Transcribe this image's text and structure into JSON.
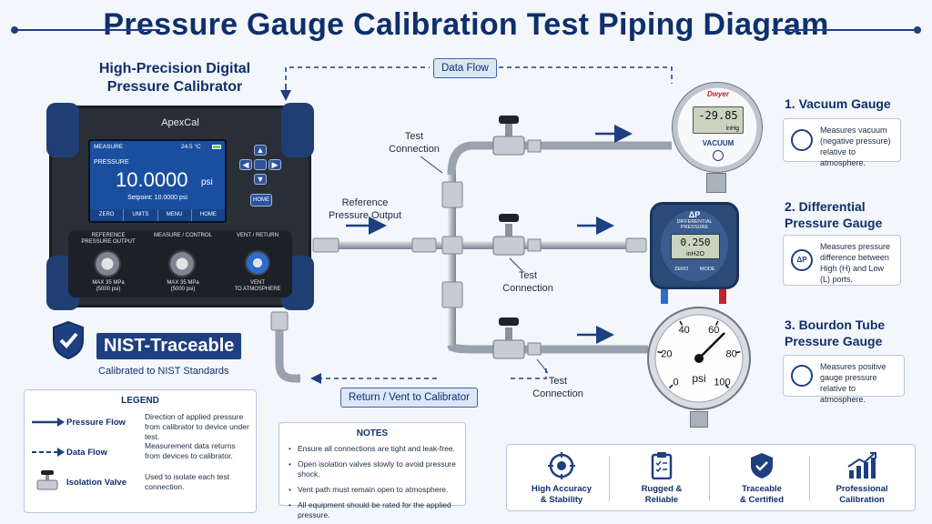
{
  "title": "Pressure Gauge Calibration Test Piping Diagram",
  "calibrator": {
    "heading_line1": "High-Precision Digital",
    "heading_line2": "Pressure Calibrator",
    "brand": "ApexCal",
    "screen": {
      "mode": "MEASURE",
      "temp": "24.5 °C",
      "pressure_label": "PRESSURE",
      "value": "10.0000",
      "unit": "psi",
      "setpoint": "Setpoint: 10.0000 psi",
      "softkeys": [
        "ZERO",
        "UNITS",
        "MENU",
        "HOME"
      ]
    },
    "home_button": "HOME",
    "ports": [
      {
        "title": "REFERENCE\nPRESSURE OUTPUT",
        "rating": "MAX 35 MPa\n(5000 psi)"
      },
      {
        "title": "MEASURE / CONTROL",
        "rating": "MAX 35 MPa\n(5000 psi)"
      },
      {
        "title": "VENT / RETURN",
        "rating": "VENT\nTO ATMOSPHERE"
      }
    ]
  },
  "flow_labels": {
    "data_flow": "Data Flow",
    "reference_output_line1": "Reference",
    "reference_output_line2": "Pressure Output",
    "test_connection_line1": "Test",
    "test_connection_line2": "Connection",
    "return_vent": "Return / Vent to Calibrator"
  },
  "nist": {
    "badge": "NIST-Traceable",
    "sub": "Calibrated to NIST Standards"
  },
  "gauges": [
    {
      "heading": "1. Vacuum Gauge",
      "desc": "Measures vacuum (negative pressure) relative to atmosphere.",
      "brand": "Dwyer",
      "reading": "-29.85",
      "unit": "inHg",
      "label": "VACUUM"
    },
    {
      "heading_line1": "2. Differential",
      "heading_line2": "Pressure Gauge",
      "desc": "Measures pressure difference between High (H) and Low (L) ports.",
      "symbol": "ΔP",
      "title": "DIFFERENTIAL PRESSURE",
      "reading": "0.250",
      "unit": "inH2O",
      "buttons": [
        "ZERO",
        "MODE"
      ],
      "icon_text": "ΔP"
    },
    {
      "heading_line1": "3. Bourdon Tube",
      "heading_line2": "Pressure Gauge",
      "desc": "Measures positive gauge pressure relative to atmosphere.",
      "unit": "psi",
      "ticks": [
        "0",
        "20",
        "40",
        "60",
        "80",
        "100"
      ]
    }
  ],
  "legend": {
    "title": "LEGEND",
    "items": [
      {
        "name": "Pressure Flow",
        "desc": "Direction of applied pressure from calibrator to device under test."
      },
      {
        "name": "Data Flow",
        "desc": "Measurement data returns from devices to calibrator."
      },
      {
        "name": "Isolation Valve",
        "desc": "Used to isolate each test connection."
      }
    ]
  },
  "notes": {
    "title": "NOTES",
    "items": [
      "Ensure all connections are tight and leak-free.",
      "Open isolation valves slowly to avoid pressure shock.",
      "Vent path must remain open to atmosphere.",
      "All equipment should be rated for the applied pressure."
    ]
  },
  "features": [
    {
      "line1": "High Accuracy",
      "line2": "& Stability",
      "icon": "target-icon"
    },
    {
      "line1": "Rugged &",
      "line2": "Reliable",
      "icon": "clipboard-icon"
    },
    {
      "line1": "Traceable",
      "line2": "& Certified",
      "icon": "shield-check-icon"
    },
    {
      "line1": "Professional",
      "line2": "Calibration",
      "icon": "growth-chart-icon"
    }
  ],
  "colors": {
    "navy": "#0f2f6b",
    "accent": "#1e3f80",
    "screen": "#1a4fa0",
    "pipe": "#b9c0c9"
  }
}
